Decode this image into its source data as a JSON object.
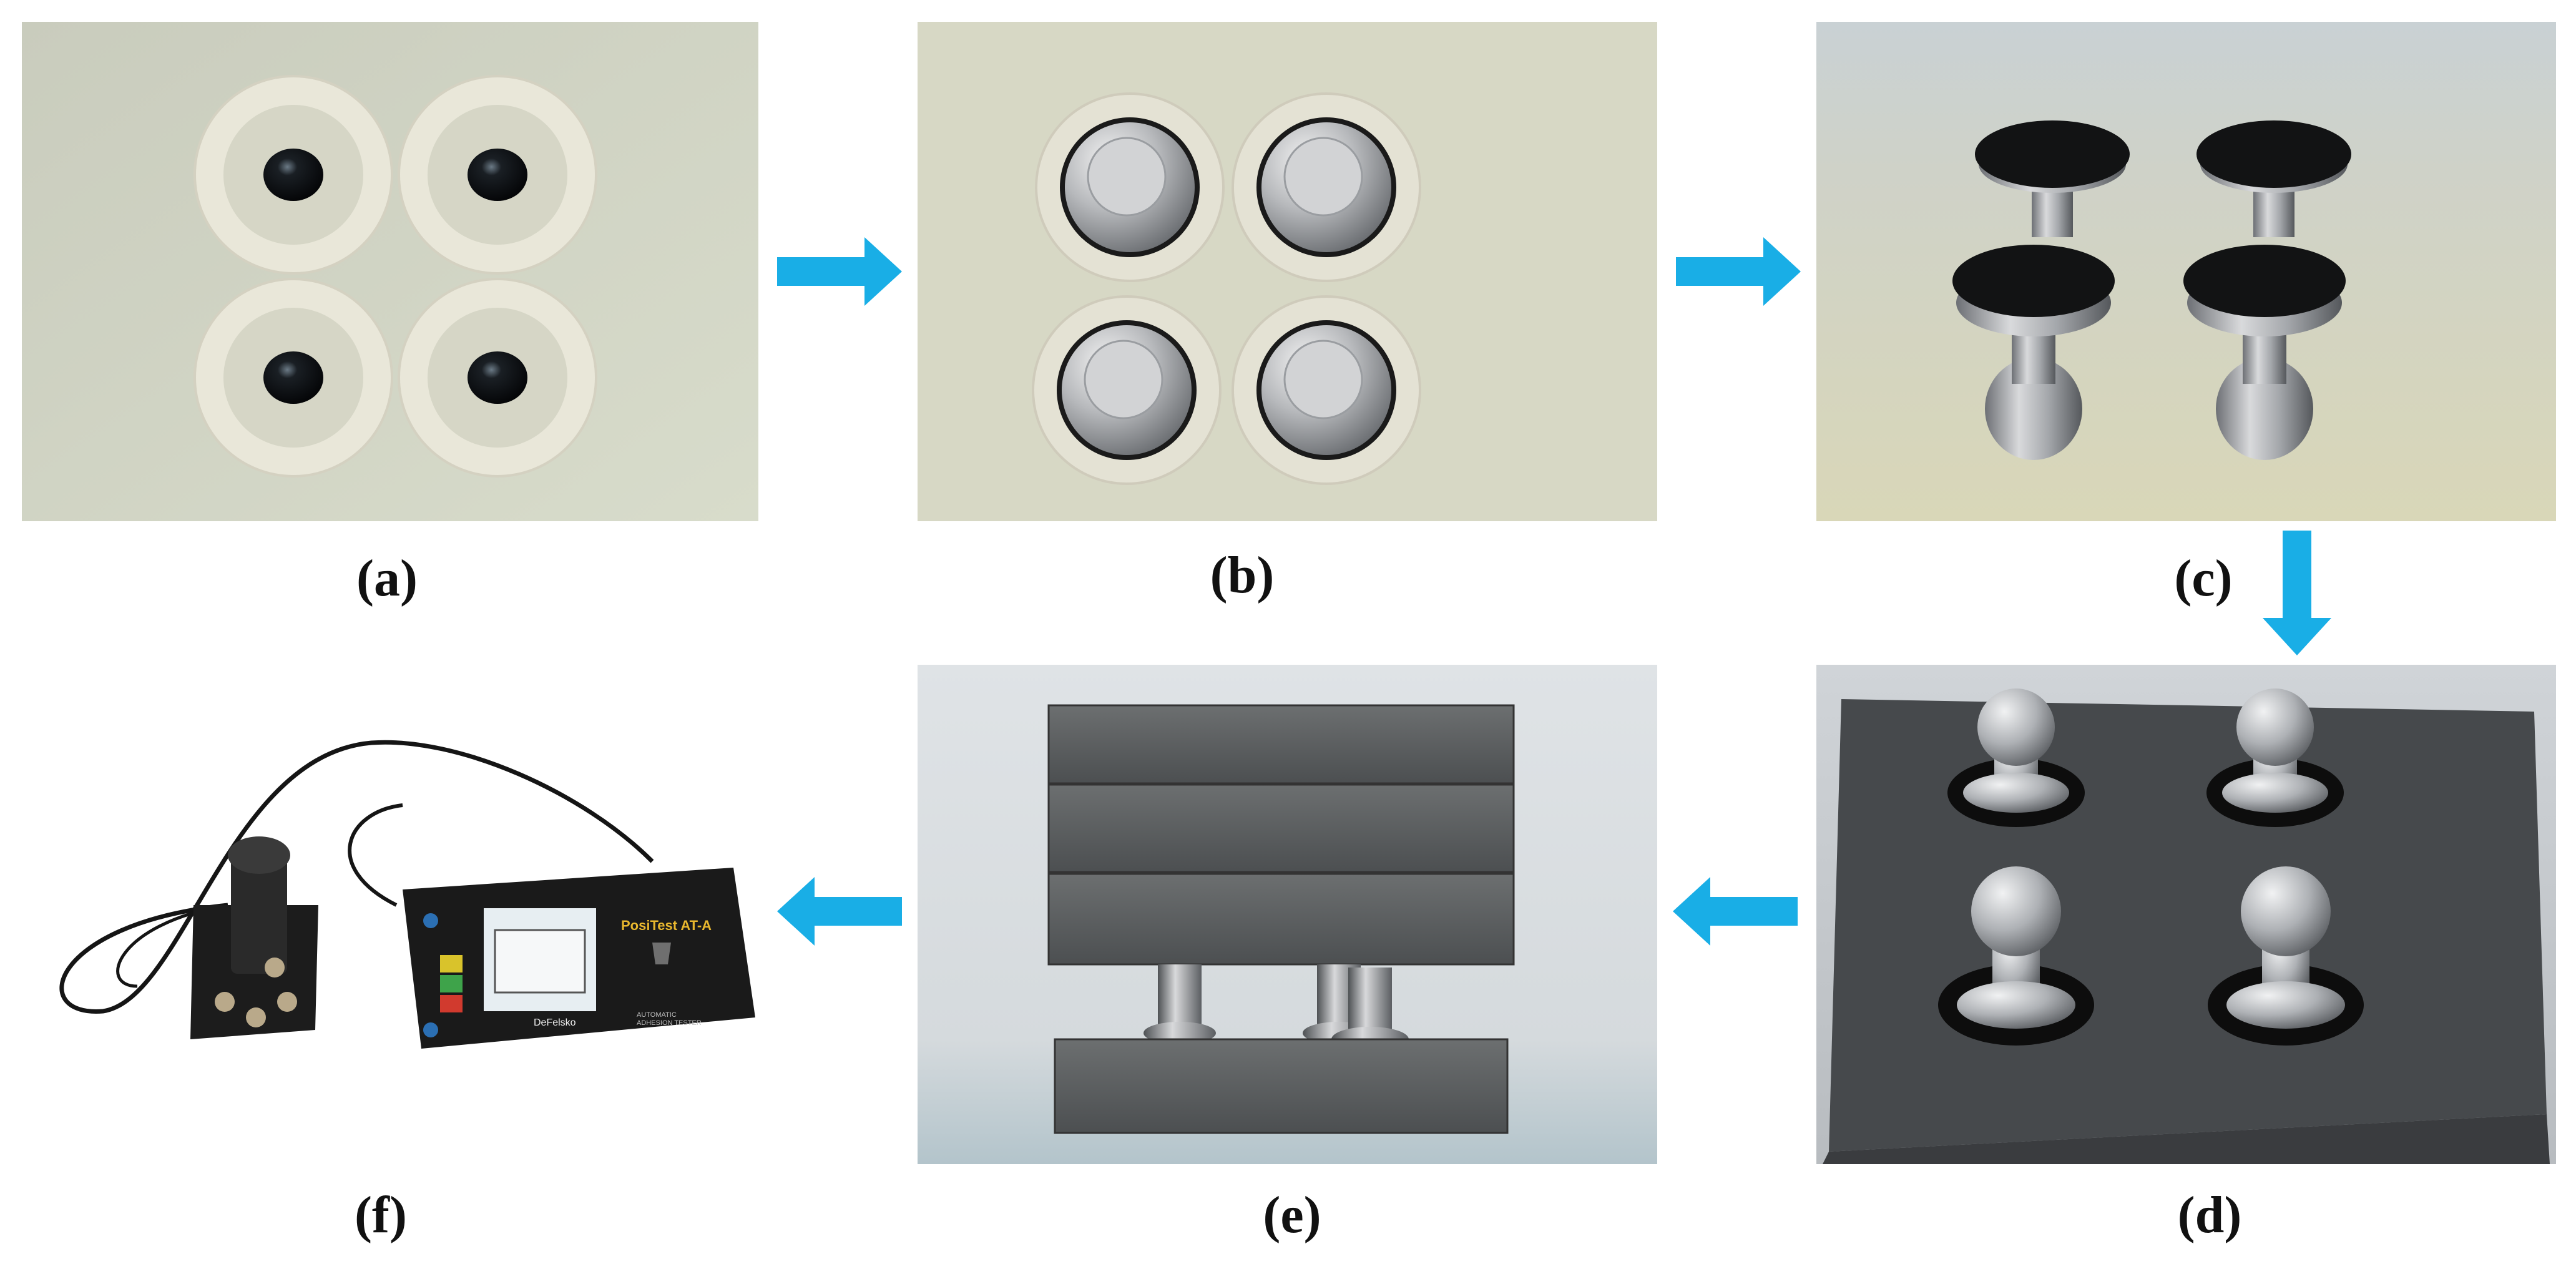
{
  "figure": {
    "panels": [
      {
        "id": "a",
        "label": "(a)"
      },
      {
        "id": "b",
        "label": "(b)"
      },
      {
        "id": "c",
        "label": "(c)"
      },
      {
        "id": "d",
        "label": "(d)"
      },
      {
        "id": "e",
        "label": "(e)"
      },
      {
        "id": "f",
        "label": "(f)"
      }
    ],
    "device": {
      "brand": "PosiTest",
      "model": "AT-A",
      "maker": "DeFelsko",
      "subtitle_1": "AUTOMATIC",
      "subtitle_2": "ADHESION TESTER"
    },
    "arrow_color": "#19aee6"
  }
}
